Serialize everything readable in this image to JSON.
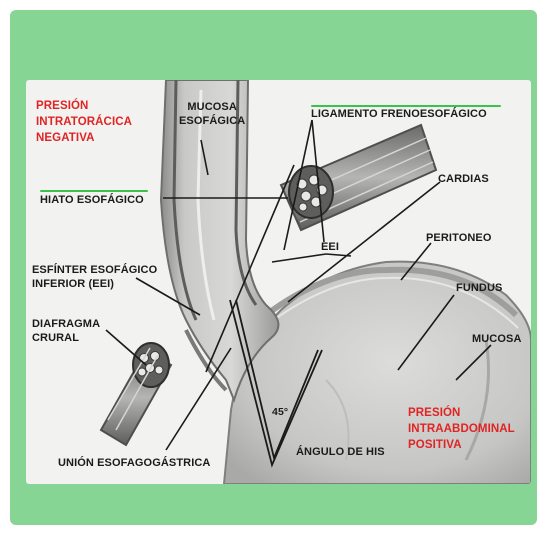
{
  "labels": {
    "presion_intratoracica": [
      "PRESIÓN",
      "INTRATORÁCICA",
      "NEGATIVA"
    ],
    "mucosa_esofagica": [
      "MUCOSA",
      "ESOFÁGICA"
    ],
    "ligamento": "LIGAMENTO FRENOESOFÁGICO",
    "hiato": "HIATO ESOFÁGICO",
    "cardias": "CARDIAS",
    "eei": "EEI",
    "peritoneo": "PERITONEO",
    "esfinter": [
      "ESFÍNTER ESOFÁGICO",
      "INFERIOR (EEI)"
    ],
    "fundus": "FUNDUS",
    "diafragma": [
      "DIAFRAGMA",
      "CRURAL"
    ],
    "mucosa": "MUCOSA",
    "angle_value": "45°",
    "presion_intraabdominal": [
      "PRESIÓN",
      "INTRAABDOMINAL",
      "POSITIVA"
    ],
    "angulo": "ÁNGULO DE HIS",
    "union": "UNIÓN ESOFAGOGÁSTRICA"
  },
  "colors": {
    "frame": "#86d595",
    "red_text": "#e02424",
    "underline": "#3cc24a"
  }
}
